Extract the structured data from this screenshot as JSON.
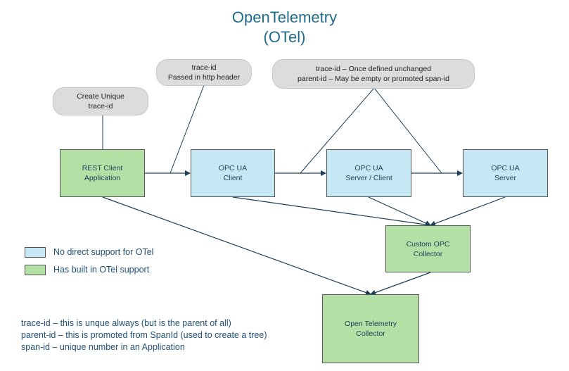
{
  "title": {
    "line1": "OpenTelemetry",
    "line2": "(OTel)"
  },
  "bubbles": {
    "create_unique": {
      "line1": "Create Unique",
      "line2": "trace-id"
    },
    "passed_header": {
      "line1": "trace-id",
      "line2": "Passed in http header"
    },
    "once_defined": {
      "line1": "trace-id  – Once defined unchanged",
      "line2": "parent-id – May be empty or promoted span-id"
    }
  },
  "boxes": {
    "rest_client": {
      "line1": "REST Client",
      "line2": "Application"
    },
    "opcua_client": {
      "line1": "OPC UA",
      "line2": "Client"
    },
    "opcua_server_client": {
      "line1": "OPC UA",
      "line2": "Server  / Client"
    },
    "opcua_server": {
      "line1": "OPC UA",
      "line2": "Server"
    },
    "custom_collector": {
      "line1": "Custom OPC",
      "line2": "Collector"
    },
    "otel_collector": {
      "line1": "Open Telemetry",
      "line2": "Collector"
    }
  },
  "legend": [
    {
      "label": "No direct support for OTel",
      "color": "#c6e8f4"
    },
    {
      "label": "Has built in OTel support",
      "color": "#b3e0a5"
    }
  ],
  "notes": [
    "trace-id – this is unque always (but is the parent of  all)",
    "parent-id – this is promoted from SpanId (used to create a tree)",
    "span-id – unique number in an Application"
  ],
  "colors": {
    "green": "#b3e0a5",
    "blue": "#c6e8f4",
    "title": "#1f6b8c",
    "text": "#1f4f7a"
  }
}
